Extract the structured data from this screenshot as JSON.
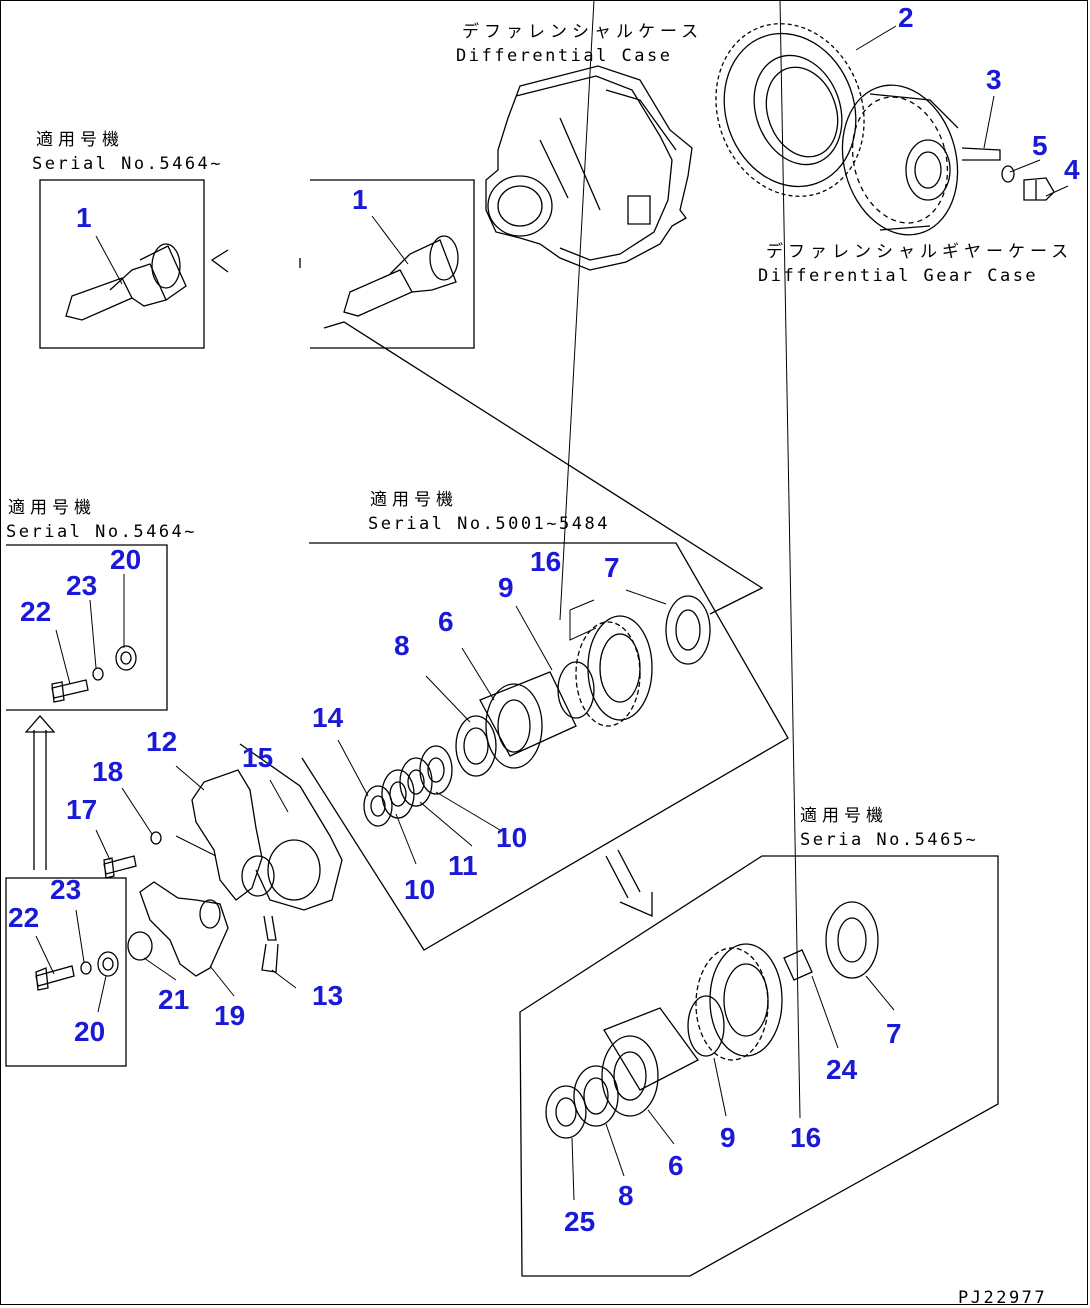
{
  "captions": {
    "diff_case_jp": "デファレンシャルケース",
    "diff_case_en": "Differential Case",
    "diff_gear_case_jp": "デファレンシャルギヤーケース",
    "diff_gear_case_en": "Differential Gear Case",
    "applicable_jp": "適用号機",
    "serial_a": "Serial No.5464~",
    "serial_b": "Serial No.5464~",
    "serial_c": "Serial No.5001~5484",
    "serial_d": "Seria  No.5465~",
    "drawing_no": "PJ22977"
  },
  "callouts": {
    "c1a": "1",
    "c1b": "1",
    "c2": "2",
    "c3": "3",
    "c4": "4",
    "c5": "5",
    "c6a": "6",
    "c6b": "6",
    "c7a": "7",
    "c7b": "7",
    "c8a": "8",
    "c8b": "8",
    "c9a": "9",
    "c9b": "9",
    "c10a": "10",
    "c10b": "10",
    "c11": "11",
    "c12": "12",
    "c13": "13",
    "c14": "14",
    "c15": "15",
    "c16a": "16",
    "c16b": "16",
    "c17": "17",
    "c18": "18",
    "c19": "19",
    "c20a": "20",
    "c20b": "20",
    "c21": "21",
    "c22a": "22",
    "c22b": "22",
    "c23a": "23",
    "c23b": "23",
    "c24": "24",
    "c25": "25"
  }
}
